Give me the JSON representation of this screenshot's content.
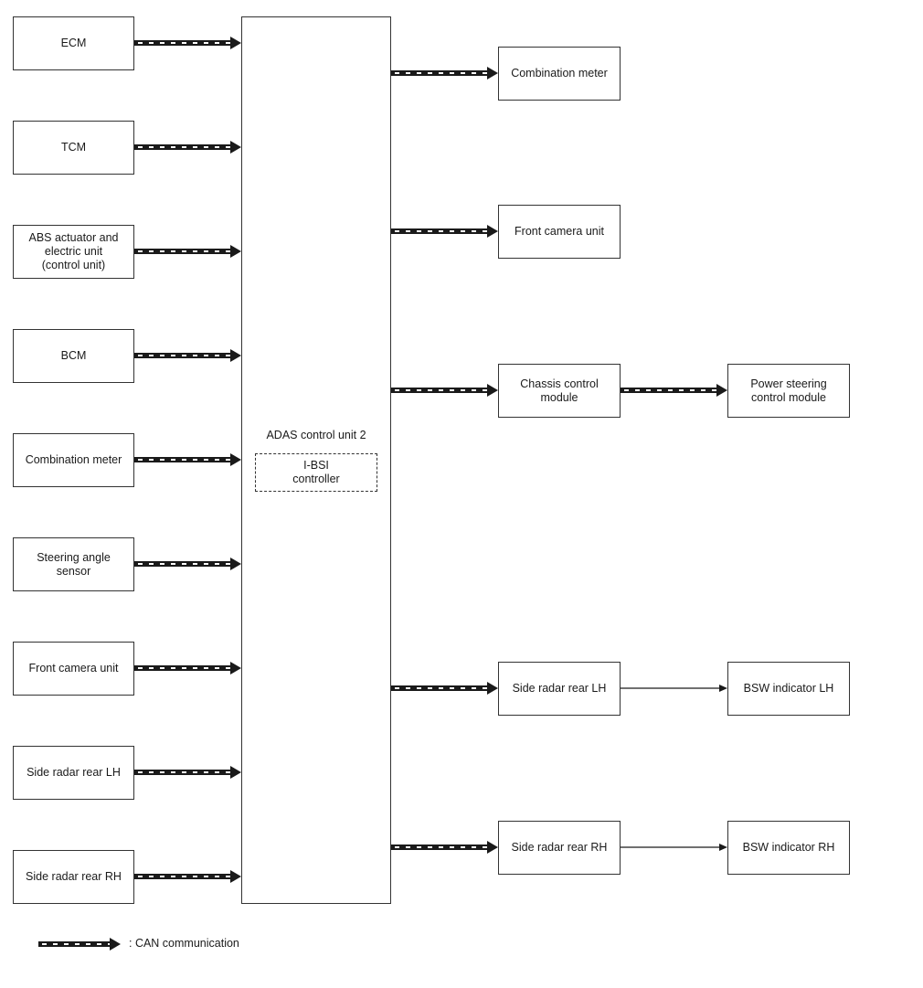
{
  "inputs": [
    {
      "label": "ECM"
    },
    {
      "label": "TCM"
    },
    {
      "label": "ABS actuator and\nelectric unit\n(control unit)"
    },
    {
      "label": "BCM"
    },
    {
      "label": "Combination meter"
    },
    {
      "label": "Steering angle\nsensor"
    },
    {
      "label": "Front camera unit"
    },
    {
      "label": "Side radar rear LH"
    },
    {
      "label": "Side radar rear RH"
    }
  ],
  "center": {
    "label": "ADAS control unit 2",
    "sub_label": "I-BSI\ncontroller"
  },
  "outputs": [
    {
      "label": "Combination meter"
    },
    {
      "label": "Front camera unit"
    },
    {
      "label": "Chassis control\nmodule"
    },
    {
      "label": "Side radar rear LH"
    },
    {
      "label": "Side radar rear RH"
    }
  ],
  "downstream": [
    {
      "label": "Power steering\ncontrol module",
      "link": "can"
    },
    {
      "label": "BSW indicator LH",
      "link": "plain"
    },
    {
      "label": "BSW indicator RH",
      "link": "plain"
    }
  ],
  "legend": {
    "label": ": CAN communication"
  }
}
